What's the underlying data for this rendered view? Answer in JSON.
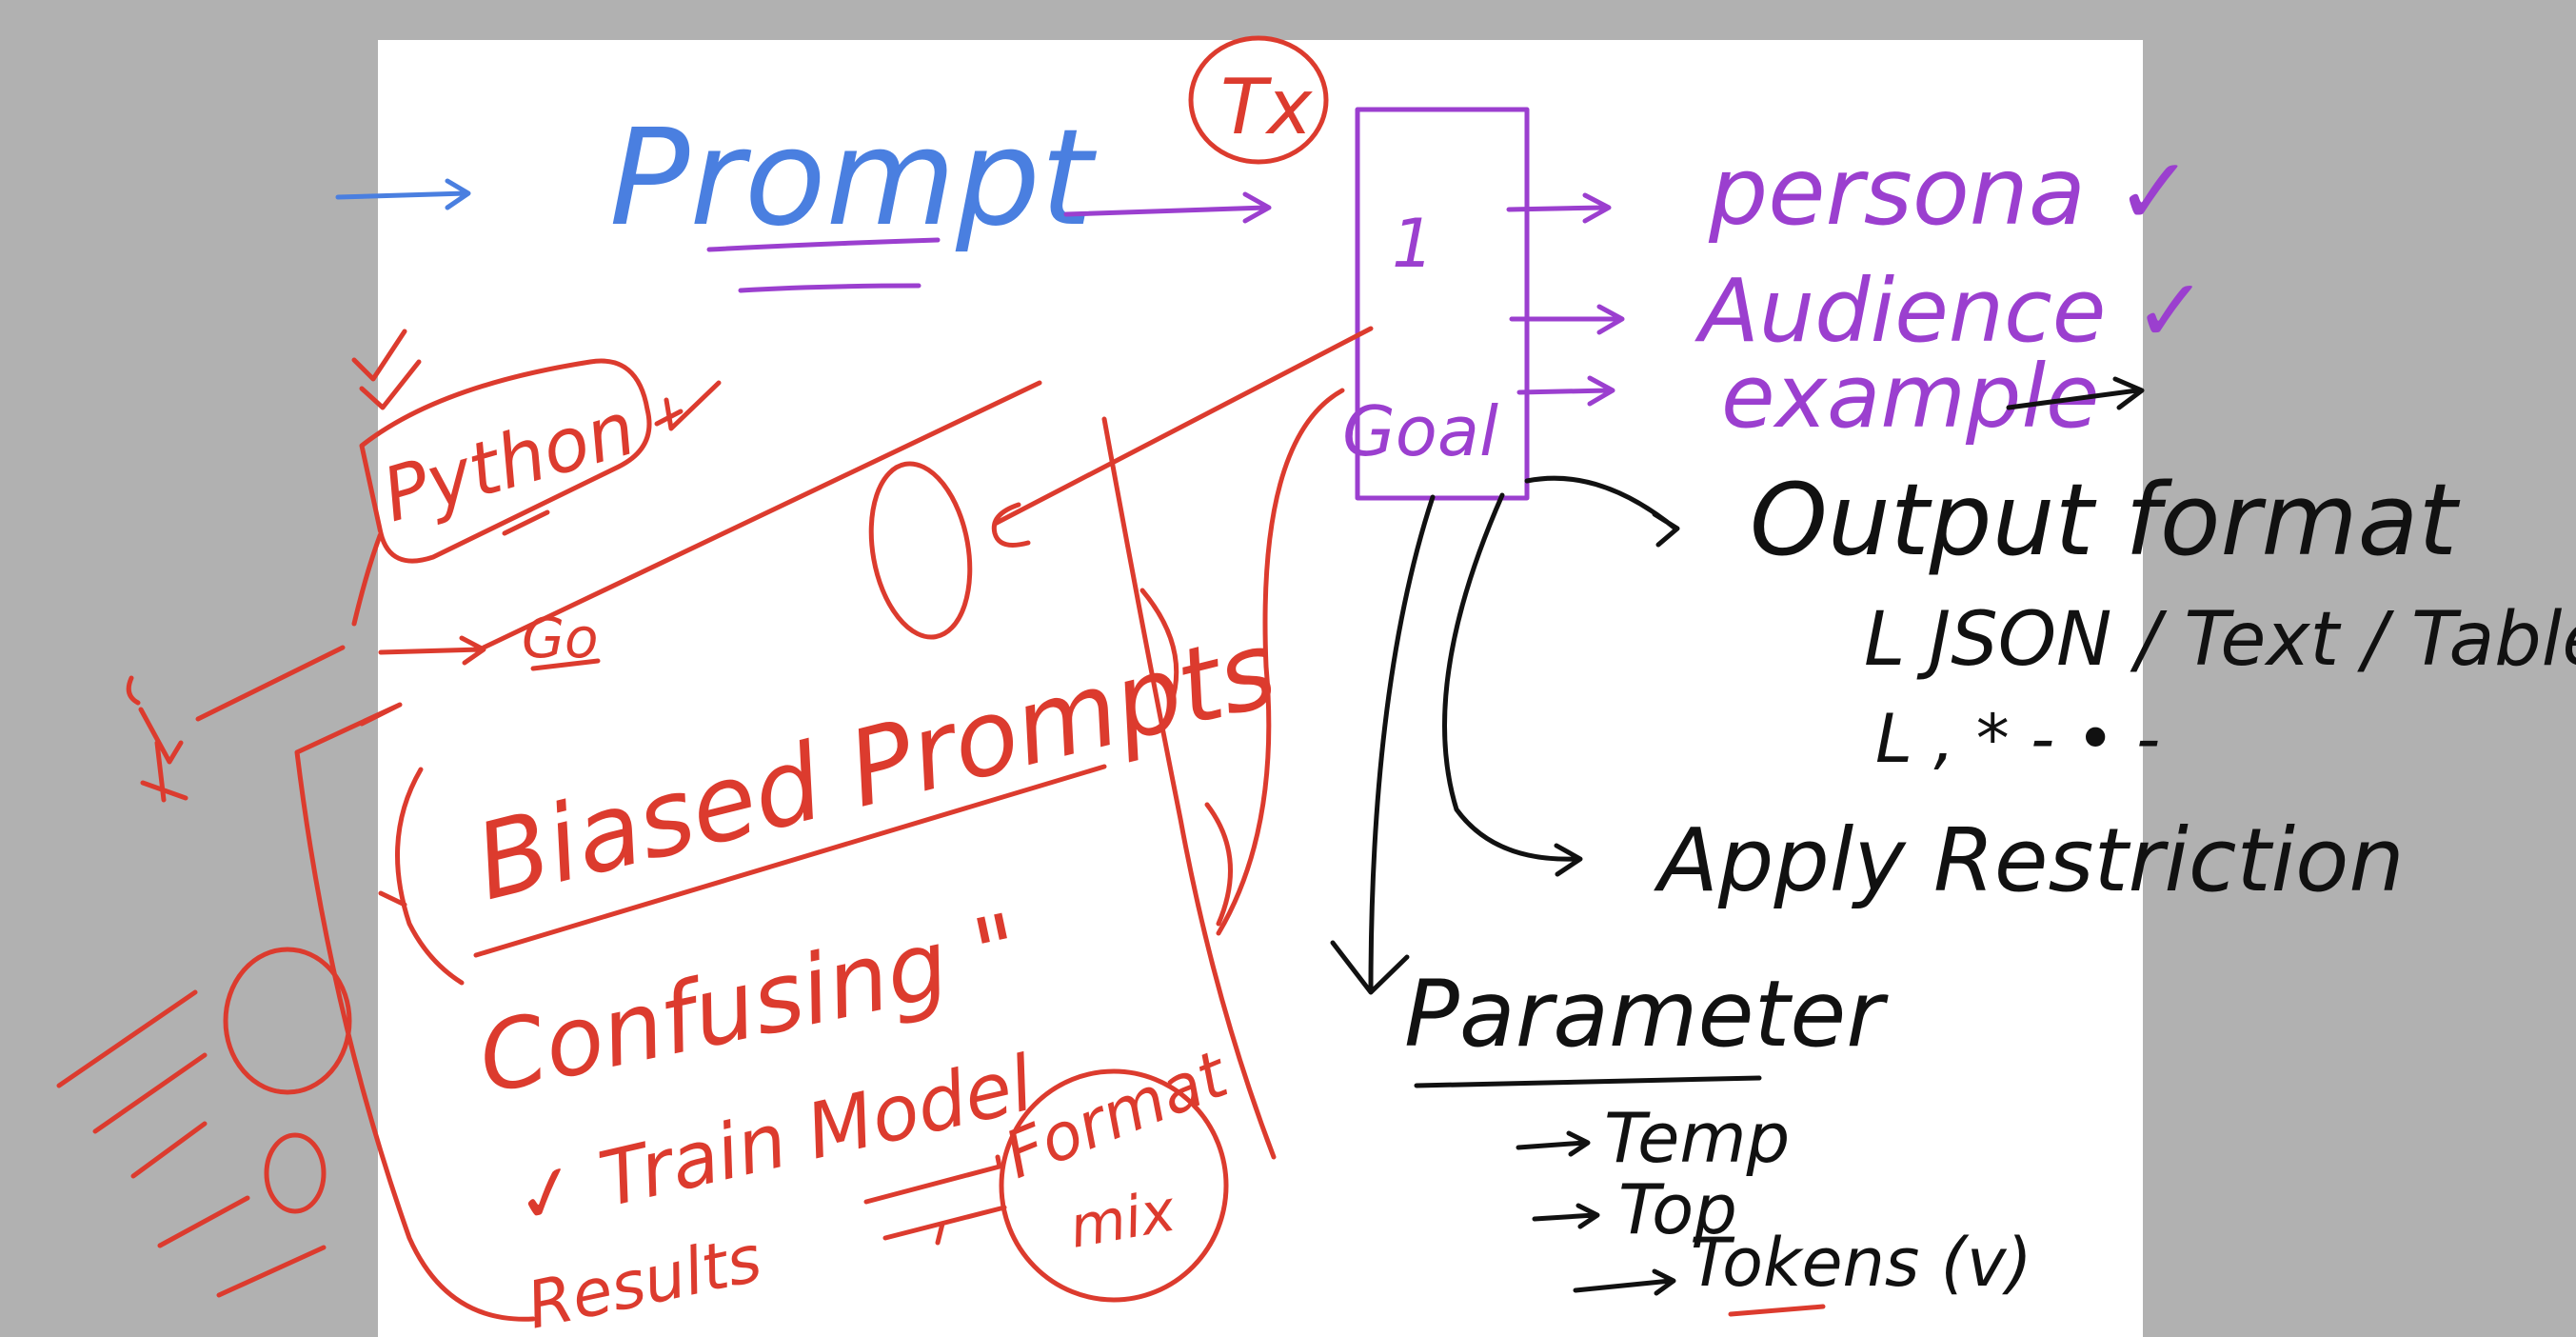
{
  "colors": {
    "background": "#b1b1b1",
    "paper": "#ffffff",
    "blue": "#4a7fe0",
    "purple": "#9b3fcf",
    "red": "#dc3b2e",
    "black": "#111111"
  },
  "title": "Prompt",
  "tx_badge": "Tx",
  "box": {
    "top_mark": "1",
    "bottom_label": "Goal"
  },
  "box_outputs": {
    "persona": "persona ✓",
    "audience": "Audience ✓",
    "example": "example"
  },
  "output_format": {
    "heading": "Output format",
    "line1": "L JSON / Text / Table",
    "line2": "L , *  -  •  -"
  },
  "apply_restriction": "Apply Restriction",
  "parameter": {
    "heading": "Parameter",
    "items": [
      "Temp",
      "Top",
      "Tokens (v)"
    ]
  },
  "left_notes": {
    "python": "Python",
    "go": "Go",
    "biased": "Biased Prompts",
    "confusing": "Confusing \"",
    "train": "✓ Train Model",
    "format": "Format",
    "mix": "mix",
    "results": "Results"
  }
}
